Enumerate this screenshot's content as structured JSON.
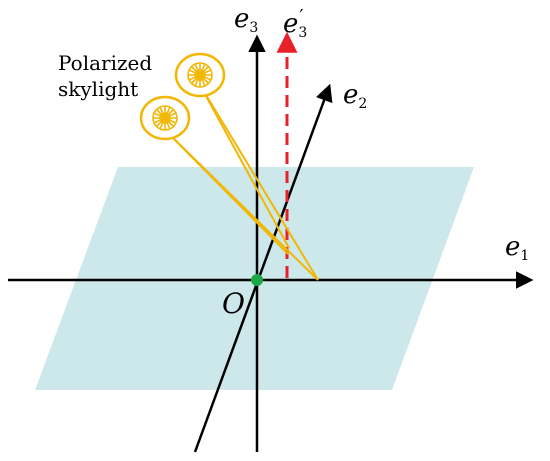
{
  "labels": {
    "origin": "O",
    "e1": {
      "base": "e",
      "sub": "1"
    },
    "e2": {
      "base": "e",
      "sub": "2"
    },
    "e3": {
      "base": "e",
      "sub": "3"
    },
    "e3prime": {
      "base": "e",
      "sub": "3",
      "prime": "′"
    },
    "skylight_line1": "Polarized",
    "skylight_line2": "skylight"
  },
  "colors": {
    "plane": "#cde8ea",
    "axes": "#000000",
    "e3prime_dashed": "#e8202a",
    "origin_dot": "#1aa84a",
    "skylight": "#f2b705"
  }
}
